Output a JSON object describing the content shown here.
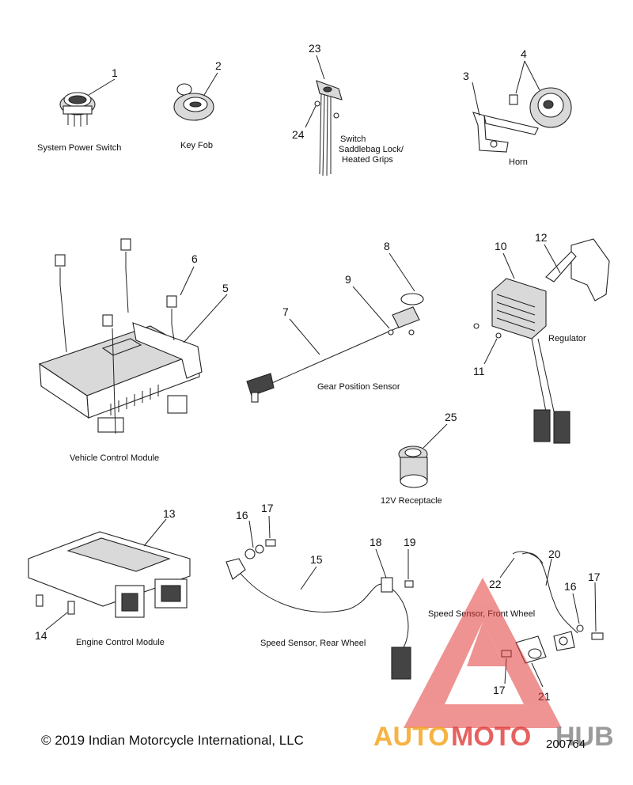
{
  "parts": [
    {
      "num": "1",
      "name": "System Power Switch"
    },
    {
      "num": "2",
      "name": "Key Fob"
    },
    {
      "num": "23",
      "name": "Switch\nSaddlebag Lock/\nHeated Grips"
    },
    {
      "num": "24"
    },
    {
      "num": "3"
    },
    {
      "num": "4",
      "name": "Horn"
    },
    {
      "num": "5",
      "name": "Vehicle Control Module"
    },
    {
      "num": "6"
    },
    {
      "num": "7",
      "name": "Gear Position Sensor"
    },
    {
      "num": "8"
    },
    {
      "num": "9"
    },
    {
      "num": "10",
      "name": "Regulator"
    },
    {
      "num": "11"
    },
    {
      "num": "12"
    },
    {
      "num": "25",
      "name": "12V Receptacle"
    },
    {
      "num": "13",
      "name": "Engine Control Module"
    },
    {
      "num": "14"
    },
    {
      "num": "15",
      "name": "Speed Sensor, Rear Wheel"
    },
    {
      "num": "16"
    },
    {
      "num": "17"
    },
    {
      "num": "18"
    },
    {
      "num": "19"
    },
    {
      "num": "20",
      "name": "Speed Sensor, Front Wheel"
    },
    {
      "num": "21"
    },
    {
      "num": "22"
    }
  ],
  "labels": {
    "system_power_switch": "System Power Switch",
    "key_fob": "Key Fob",
    "switch_line1": "Switch",
    "switch_line2": "Saddlebag Lock/",
    "switch_line3": "Heated Grips",
    "horn": "Horn",
    "vcm": "Vehicle Control Module",
    "gear_sensor": "Gear Position Sensor",
    "regulator": "Regulator",
    "receptacle": "12V Receptacle",
    "ecm": "Engine Control Module",
    "rear_speed": "Speed Sensor, Rear Wheel",
    "front_speed": "Speed Sensor, Front Wheel"
  },
  "callouts": {
    "n1": "1",
    "n2": "2",
    "n3": "3",
    "n4": "4",
    "n5": "5",
    "n6": "6",
    "n7": "7",
    "n8": "8",
    "n9": "9",
    "n10": "10",
    "n11": "11",
    "n12": "12",
    "n13": "13",
    "n14": "14",
    "n15": "15",
    "n16a": "16",
    "n16b": "16",
    "n17a": "17",
    "n17b": "17",
    "n17c": "17",
    "n18": "18",
    "n19": "19",
    "n20": "20",
    "n21": "21",
    "n22": "22",
    "n23": "23",
    "n24": "24",
    "n25": "25"
  },
  "footer": {
    "copyright": "© 2019 Indian Motorcycle International, LLC",
    "ref_code": "200764"
  },
  "watermark": {
    "text_auto": "AUTO",
    "text_moto": "MOTO",
    "text_hub": "HUB",
    "color_red": "#e23a3a",
    "color_orange": "#f5a623",
    "color_gray": "#8a8a8a"
  }
}
